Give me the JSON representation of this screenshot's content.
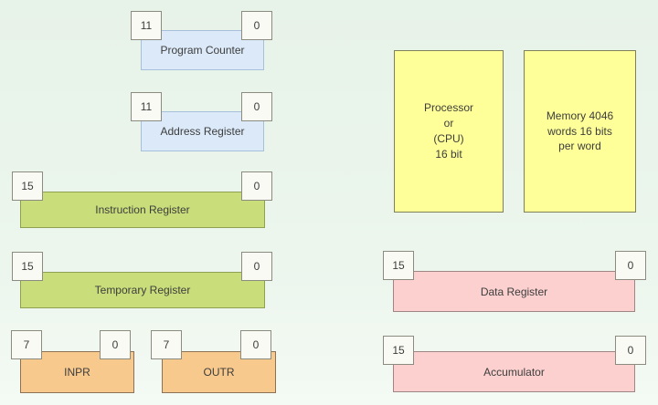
{
  "colors": {
    "background": "#e7f2e8",
    "blue_fill": "#dbe9f8",
    "green_fill": "#c9de7a",
    "orange_fill": "#f8c98d",
    "yellow_fill": "#ffff99",
    "pink_fill": "#fbd0cf",
    "bit_box_fill": "#fafaf4"
  },
  "registers": {
    "program_counter": {
      "label": "Program Counter",
      "high_bit": "11",
      "low_bit": "0"
    },
    "address_register": {
      "label": "Address Register",
      "high_bit": "11",
      "low_bit": "0"
    },
    "instruction_register": {
      "label": "Instruction Register",
      "high_bit": "15",
      "low_bit": "0"
    },
    "temporary_register": {
      "label": "Temporary Register",
      "high_bit": "15",
      "low_bit": "0"
    },
    "inpr": {
      "label": "INPR",
      "high_bit": "7",
      "low_bit": "0"
    },
    "outr": {
      "label": "OUTR",
      "high_bit": "7",
      "low_bit": "0"
    },
    "data_register": {
      "label": "Data Register",
      "high_bit": "15",
      "low_bit": "0"
    },
    "accumulator": {
      "label": "Accumulator",
      "high_bit": "15",
      "low_bit": "0"
    }
  },
  "blocks": {
    "processor": {
      "lines": [
        "Processor",
        "or",
        "(CPU)",
        "16 bit"
      ]
    },
    "memory": {
      "lines": [
        "Memory 4046",
        "words 16 bits",
        "per word"
      ]
    }
  }
}
